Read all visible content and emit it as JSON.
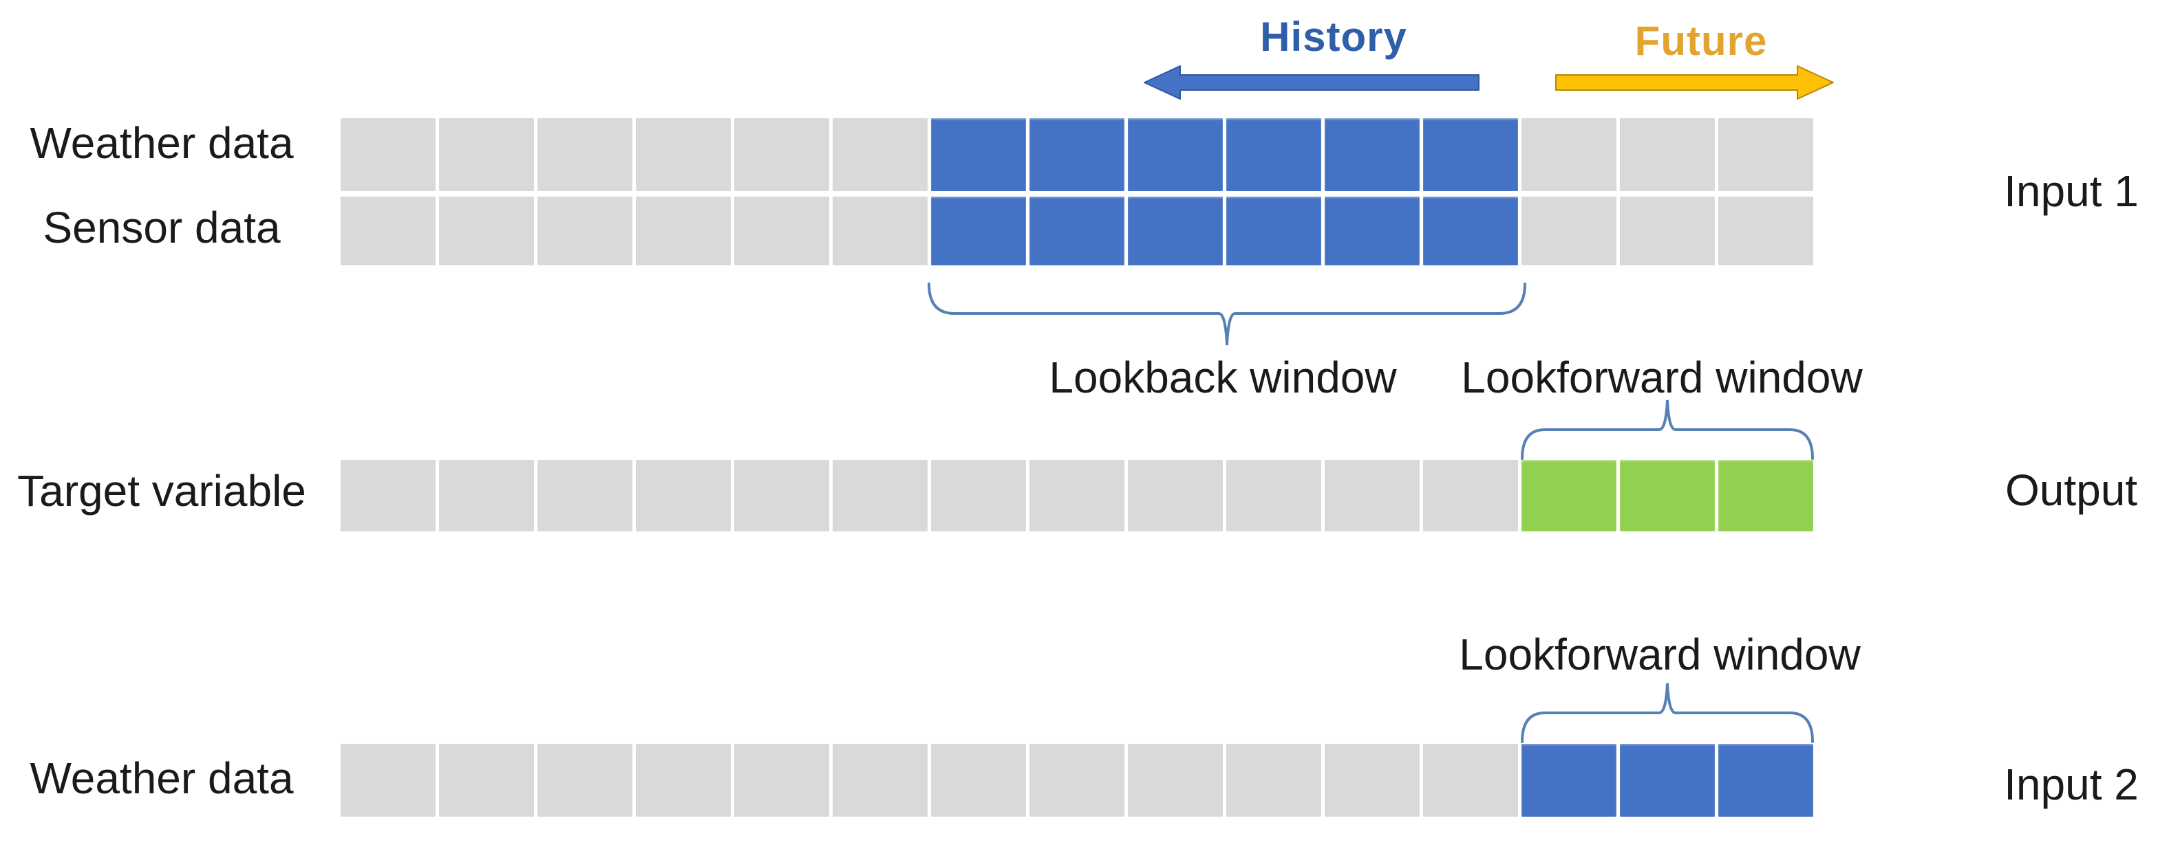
{
  "colors": {
    "cell_gray": "#D9D9D9",
    "cell_blue": "#4472C4",
    "cell_green": "#92D050",
    "arrow_blue": "#4472C4",
    "arrow_blue_border": "#2E5AA0",
    "arrow_yellow": "#FFC107",
    "arrow_yellow_border": "#B8860B",
    "history_text": "#2E5FA8",
    "future_text": "#E2A42F",
    "brace": "#5581B4",
    "label_text": "#1a1a1a"
  },
  "annotations": {
    "history": "History",
    "future": "Future",
    "lookback": "Lookback window",
    "lookforward_top": "Lookforward window",
    "lookforward_bottom": "Lookforward window",
    "input1": "Input 1",
    "output": "Output",
    "input2": "Input 2"
  },
  "rows": [
    {
      "id": "weather-top",
      "label": "Weather data",
      "cells": [
        "gray",
        "gray",
        "gray",
        "gray",
        "gray",
        "gray",
        "blue",
        "blue",
        "blue",
        "blue",
        "blue",
        "blue",
        "gray",
        "gray",
        "gray"
      ]
    },
    {
      "id": "sensor",
      "label": "Sensor data",
      "cells": [
        "gray",
        "gray",
        "gray",
        "gray",
        "gray",
        "gray",
        "blue",
        "blue",
        "blue",
        "blue",
        "blue",
        "blue",
        "gray",
        "gray",
        "gray"
      ]
    },
    {
      "id": "target",
      "label": "Target variable",
      "cells": [
        "gray",
        "gray",
        "gray",
        "gray",
        "gray",
        "gray",
        "gray",
        "gray",
        "gray",
        "gray",
        "gray",
        "gray",
        "green",
        "green",
        "green"
      ]
    },
    {
      "id": "weather-bottom",
      "label": "Weather data",
      "cells": [
        "gray",
        "gray",
        "gray",
        "gray",
        "gray",
        "gray",
        "gray",
        "gray",
        "gray",
        "gray",
        "gray",
        "gray",
        "blue",
        "blue",
        "blue"
      ]
    }
  ]
}
